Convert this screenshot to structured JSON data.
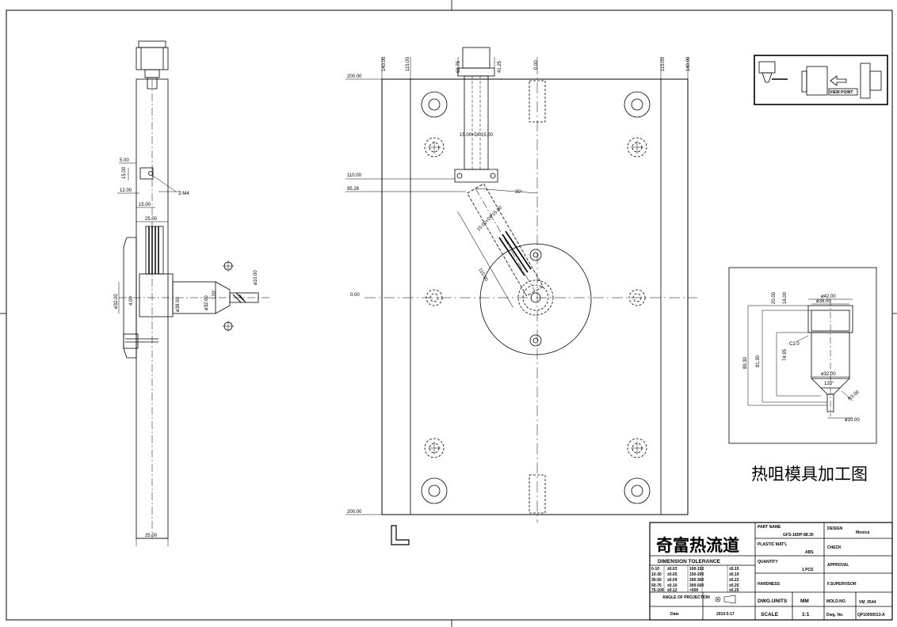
{
  "drawing": {
    "chinese_title": "热咀模具加工图",
    "view_point_label": "VIEW POINT"
  },
  "side_view": {
    "dims": {
      "d5": "5.00",
      "d15a": "15.00",
      "d12": "12.00",
      "d15b": "15.00",
      "m4": "2-M4",
      "d25_top": "25.00",
      "d32": "ø32.00",
      "d4": "4.00",
      "d38": "ø38.00",
      "d32b": "ø32.00",
      "ang120": "120°",
      "d10": "ø10.00",
      "d25_bot": "25.00"
    }
  },
  "front_view": {
    "dims": {
      "top_140_left": "140.00",
      "top_115_left": "115.00",
      "top_68": "68.75",
      "top_41": "41.25",
      "top_0": "0.00",
      "top_115_right": "115.00",
      "top_140_right": "140.00",
      "left_200_top": "200.00",
      "left_110": "110.00",
      "left_95": "95.26",
      "left_0": "0.00",
      "left_200_bot": "200.00",
      "pocket_upper": "15.00+DP15.00",
      "pocket_angled": "15.00+DP15.00",
      "len_110": "110.00",
      "ang30": "30°"
    }
  },
  "detail_view": {
    "dims": {
      "d42": "ø42.00",
      "d38": "ø38.00",
      "h20": "20.00",
      "h16": "16.00",
      "c2": "C2.0",
      "h74": "74.95",
      "h81": "81.30",
      "h89": "89.30",
      "d32": "ø32.00",
      "ang120": "120°",
      "r3": "R3.00",
      "d10": "ø10.00"
    }
  },
  "title_block": {
    "company": "奇富热流道",
    "dimension_tolerance": "DIMENSION TOLERANCE",
    "tolerance_rows": [
      [
        "0-10",
        "±0.03",
        "100-150",
        "±0.15"
      ],
      [
        "10-30",
        "±0.05",
        "150-200",
        "±0.19"
      ],
      [
        "30-50",
        "±0.09",
        "200-300",
        "±0.22"
      ],
      [
        "50-75",
        "±0.10",
        "300-500",
        "±0.25"
      ],
      [
        "75-100",
        "±0.12",
        ">500",
        "±0.25"
      ]
    ],
    "angle_of_projection": "ANGLE OF PROJECTION",
    "date_label": "Date",
    "date_value": "2010-5-17",
    "part_name_label": "PART NAME",
    "part_name": "GFS-16DP-88.30",
    "plastic_label": "PLASTIC MAT'L",
    "plastic": "ABS",
    "quantity_label": "QUANTITY",
    "quantity": "1 PCS",
    "hardness_label": "HARDNESS",
    "design_label": "DESIGN",
    "designer": "Monica",
    "check_label": "CHECK",
    "approval_label": "APPROVAL",
    "fsupervisor_label": "F.SUPERVISOR",
    "dwg_units_label": "DWG.UNITS",
    "dwg_units": "MM",
    "mold_no_label": "MOLD.NO.",
    "mold_no": "VM_0544",
    "scale_label": "SCALE",
    "scale": "1:1",
    "dwg_no_label": "Dwg. No.",
    "dwg_no": "QP10050013-A"
  }
}
